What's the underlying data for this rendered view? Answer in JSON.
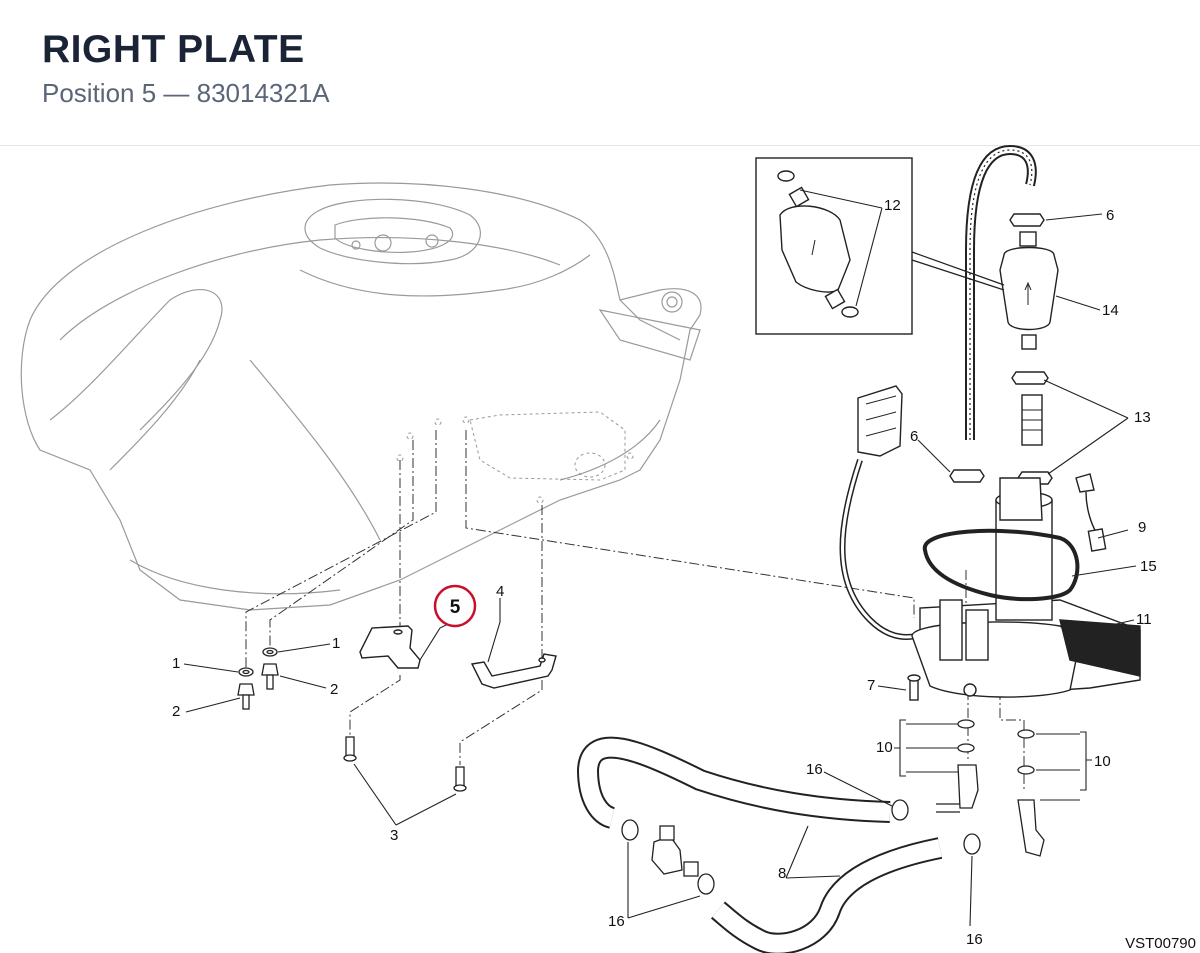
{
  "header": {
    "title": "RIGHT PLATE",
    "subtitle": "Position 5 — 83014321A"
  },
  "highlight": {
    "number": "5",
    "color": "#c8102e"
  },
  "callouts": {
    "c1a": "1",
    "c1b": "1",
    "c2a": "2",
    "c2b": "2",
    "c3": "3",
    "c4": "4",
    "c6a": "6",
    "c6b": "6",
    "c7": "7",
    "c8": "8",
    "c9": "9",
    "c10a": "10",
    "c10b": "10",
    "c11": "11",
    "c12": "12",
    "c13": "13",
    "c14": "14",
    "c15": "15",
    "c16a": "16",
    "c16b": "16",
    "c16c": "16"
  },
  "diagram_code": "VST00790",
  "colors": {
    "linework": "#222222",
    "tank": "#8a8a8a",
    "accent": "#c8102e"
  }
}
